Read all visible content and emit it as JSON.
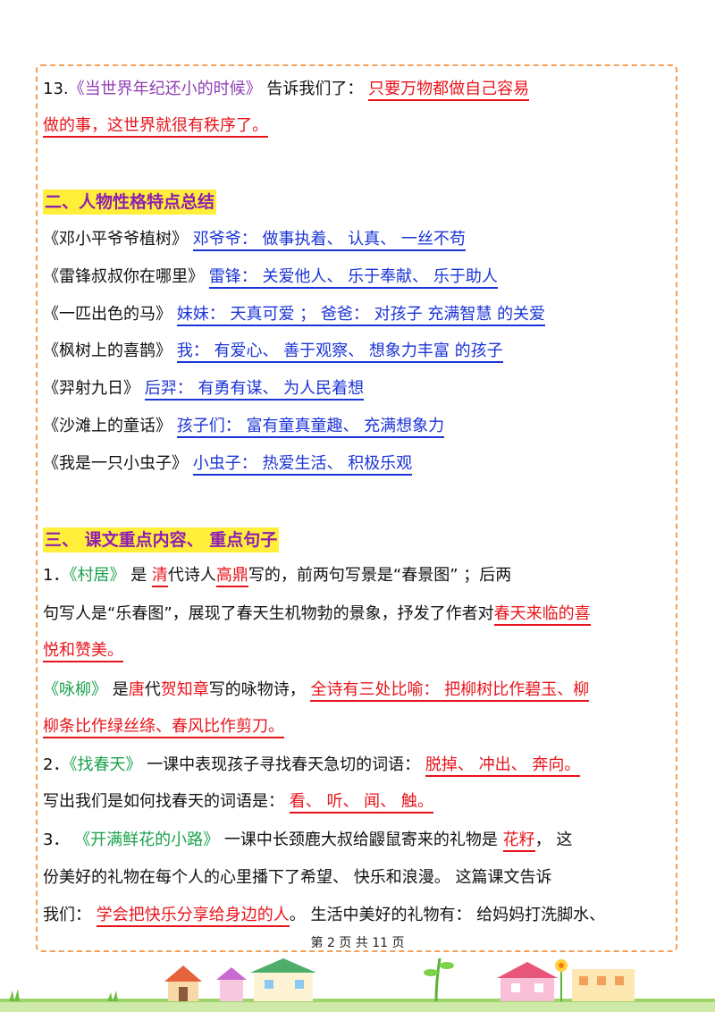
{
  "item13": {
    "num": "13.",
    "title": "《当世界年纪还小的时候》",
    "mid": "告诉我们了：",
    "answer1": "只要万物都做自己容易",
    "answer2": "做的事，这世界就很有秩序了。"
  },
  "section2": {
    "heading": "二、人物性格特点总结",
    "rows": [
      {
        "title": "《邓小平爷爷植树》",
        "answer": "邓爷爷：  做事执着、  认真、  一丝不苟"
      },
      {
        "title": "《雷锋叔叔你在哪里》",
        "answer": "雷锋：  关爱他人、  乐于奉献、  乐于助人"
      },
      {
        "title": "《一匹出色的马》",
        "answer": "妹妹：  天真可爱 ；  爸爸：  对孩子 充满智慧  的关爱"
      },
      {
        "title": "《枫树上的喜鹊》",
        "answer": "我：  有爱心、  善于观察、  想象力丰富  的孩子"
      },
      {
        "title": "《羿射九日》",
        "answer": "后羿：  有勇有谋、  为人民着想"
      },
      {
        "title": "《沙滩上的童话》",
        "answer": "孩子们：  富有童真童趣、  充满想象力"
      },
      {
        "title": "《我是一只小虫子》",
        "answer": "小虫子：  热爱生活、  积极乐观"
      }
    ]
  },
  "section3": {
    "heading": "三、  课文重点内容、  重点句子",
    "p1": {
      "num": "1．",
      "title": "《村居》",
      "t1": "是",
      "dynasty": "清",
      "t2": "代诗人",
      "author": "高鼎",
      "t3": "写的，前两句写景是“春景图” ；后两",
      "line2a": "句写人是“乐春图”，展现了春天生机物勃的景象，抒发了作者对",
      "line2b": "春天来临的喜",
      "line3": "悦和赞美。"
    },
    "p1b": {
      "title": "《咏柳》",
      "t1": "是",
      "dynasty": "唐",
      "t2": "代",
      "author": "贺知章",
      "t3": "写的咏物诗，",
      "answer1": "全诗有三处比喻：  把柳树比作碧玉、柳",
      "answer2": "柳条比作绿丝绦、春风比作剪刀。"
    },
    "p2": {
      "num": "2．",
      "title": "《找春天》",
      "t1": "一课中表现孩子寻找春天急切的词语：",
      "answer1": "脱掉、  冲出、  奔向。",
      "t2": "写出我们是如何找春天的词语是：",
      "answer2": "看、  听、  闻、  触。"
    },
    "p3": {
      "num": "3．",
      "title": "《开满鲜花的小路》",
      "t1": "一课中长颈鹿大叔给鼹鼠寄来的礼物是",
      "answer1": "花籽",
      "t2": "，  这",
      "line2": "份美好的礼物在每个人的心里播下了希望、  快乐和浪漫。  这篇课文告诉",
      "line3a": "我们：",
      "answer2": "学会把快乐分享给身边的人",
      "line3b": "。  生活中美好的礼物有：  给妈妈打洗脚水、"
    }
  },
  "footer": "第 2 页 共 11 页",
  "colors": {
    "frame": "#f3a05a",
    "red": "#e8141b",
    "blue": "#1b34d6",
    "green": "#19a24b",
    "highlight": "#ffef3a"
  }
}
